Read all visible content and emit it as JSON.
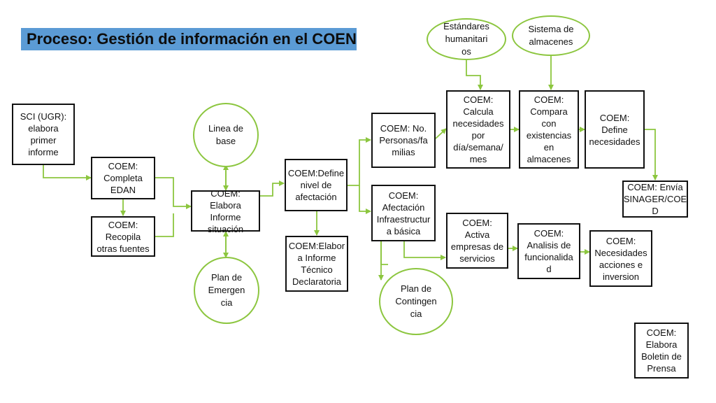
{
  "title": "Proceso: Gestión de información en el COEN",
  "colors": {
    "title_bg": "#5b9bd5",
    "connector": "#8cc63f",
    "box_border": "#111111"
  },
  "nodes": {
    "sci": "SCI (UGR):\nelabora\nprimer\ninforme",
    "completa_edan": "COEM:\nCompleta\nEDAN",
    "recopila": "COEM:\nRecopila\notras fuentes",
    "elabora_informe": "COEM: Elabora\nInforme\nsituación",
    "linea_base": "Linea de\nbase",
    "plan_emergencia": "Plan de\nEmergen\ncia",
    "define_nivel": "COEM:Define\nnivel de\nafectación",
    "informe_tecnico": "COEM:Elabor\na Informe\nTécnico\nDeclaratoria",
    "personas": "COEM: No.\nPersonas/fa\nmilias",
    "afectacion": "COEM:\nAfectación\nInfraestructur\na básica",
    "plan_contingencia": "Plan de\nContingen\ncia",
    "estandares": "Estándares\nhumanitari\nos",
    "sistema_almacenes": "Sistema de\nalmacenes",
    "calcula": "COEM: Calcula\nnecesidades\npor\ndía/semana/\nmes",
    "compara": "COEM:\nCompara\ncon\nexistencias\nen\nalmacenes",
    "define_necesidades": "COEM:\nDefine\nnecesidades",
    "envia": "COEM: Envía\nSINAGER/COE\nD",
    "activa": "COEM: Activa\nempresas de\nservicios",
    "analisis": "COEM:\nAnalisis de\nfuncionalida\nd",
    "necesidades_acciones": "COEM:\nNecesidades\nacciones e\ninversion",
    "boletin": "COEM:\nElabora\nBoletin de\nPrensa"
  }
}
